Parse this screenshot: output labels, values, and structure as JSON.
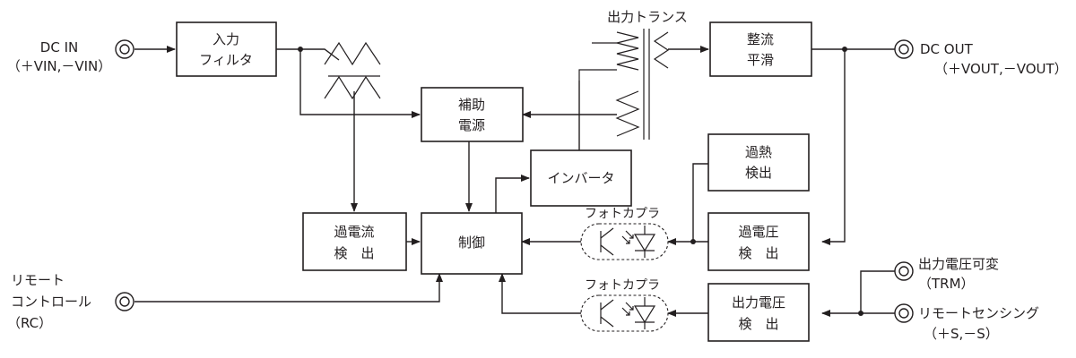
{
  "terminals": {
    "dc_in": [
      "DC IN",
      "（＋VIN,－VIN）"
    ],
    "remote": [
      "リモート",
      "コントロール",
      "（RC）"
    ],
    "dc_out": [
      "DC OUT",
      "（＋VOUT,－VOUT）"
    ],
    "trm": [
      "出力電圧可変",
      "（TRM）"
    ],
    "sense": [
      "リモートセンシング",
      "（＋S,－S）"
    ]
  },
  "blocks": {
    "input_filter": [
      "入力",
      "フィルタ"
    ],
    "rectifier": [
      "整流",
      "平滑"
    ],
    "aux_power": [
      "補助",
      "電源"
    ],
    "inverter": [
      "インバータ"
    ],
    "overheat": [
      "過熱",
      "検出"
    ],
    "overcurrent": [
      "過電流",
      "検　出"
    ],
    "control": [
      "制御"
    ],
    "overvoltage": [
      "過電圧",
      "検　出"
    ],
    "output_voltage": [
      "出力電圧",
      "検　出"
    ]
  },
  "labels": {
    "output_transformer": "出力トランス",
    "photocoupler_top": "フォトカプラ",
    "photocoupler_bottom": "フォトカプラ"
  }
}
